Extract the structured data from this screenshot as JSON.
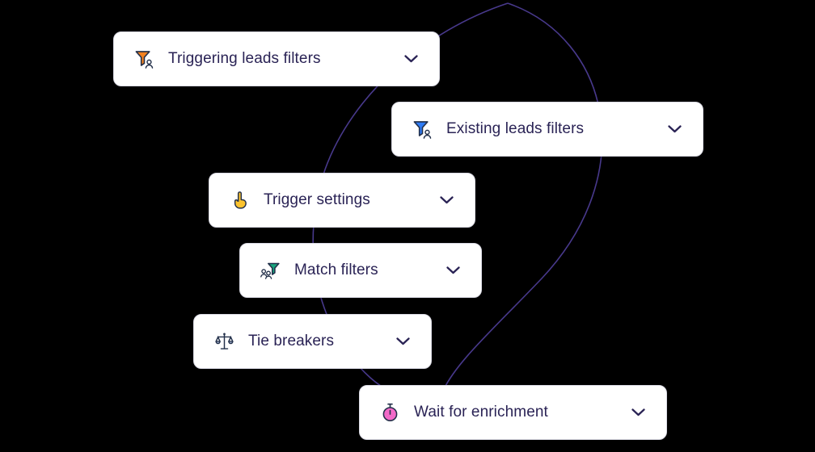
{
  "canvas": {
    "background_color": "#000000",
    "connector_color": "#48398c",
    "card_background": "#ffffff",
    "text_color": "#2a2355"
  },
  "nodes": [
    {
      "label": "Triggering leads filters",
      "icon": "funnel-person-icon",
      "icon_color": "#f4821f"
    },
    {
      "label": "Existing leads filters",
      "icon": "funnel-person-icon",
      "icon_color": "#2f7cf6"
    },
    {
      "label": "Trigger settings",
      "icon": "pointing-hand-icon",
      "icon_color": "#fcc32e"
    },
    {
      "label": "Match filters",
      "icon": "funnel-people-icon",
      "icon_color": "#17a57c"
    },
    {
      "label": "Tie breakers",
      "icon": "balance-scale-icon",
      "icon_color": "#cfe0ff"
    },
    {
      "label": "Wait for enrichment",
      "icon": "stopwatch-icon",
      "icon_color": "#f26ac8"
    }
  ]
}
